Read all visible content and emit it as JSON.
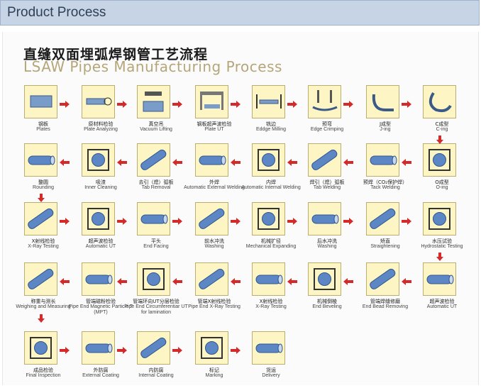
{
  "header": {
    "title": "Product Process"
  },
  "diagram": {
    "title_cn": "直缝双面埋弧焊钢管工艺流程",
    "title_en": "LSAW Pipes Manufacturing Process"
  },
  "steps": [
    {
      "cn": "钢板",
      "en": "Plates"
    },
    {
      "cn": "原材料检验",
      "en": "Plate Analyzing"
    },
    {
      "cn": "真空吊",
      "en": "Vacuum Lifting"
    },
    {
      "cn": "钢板超声波检验",
      "en": "Plate UT"
    },
    {
      "cn": "铣边",
      "en": "Eddge Milling"
    },
    {
      "cn": "预弯",
      "en": "Edge Crimping"
    },
    {
      "cn": "J成型",
      "en": "J-ing"
    },
    {
      "cn": "C成型",
      "en": "C-ing"
    },
    {
      "cn": "O成型",
      "en": "O-ing"
    },
    {
      "cn": "预焊（CO₂保护焊）",
      "en": "Tack Welding"
    },
    {
      "cn": "焊引（熄）弧板",
      "en": "Tab Welding"
    },
    {
      "cn": "内焊",
      "en": "Automatic Internal Welding"
    },
    {
      "cn": "外焊",
      "en": "Automatic External Welding"
    },
    {
      "cn": "去引（熄）弧板",
      "en": "Tab Removal"
    },
    {
      "cn": "吸渣",
      "en": "Inner Cleaning"
    },
    {
      "cn": "整圆",
      "en": "Rounding"
    },
    {
      "cn": "X射线检验",
      "en": "X-Ray Testing"
    },
    {
      "cn": "超声波检验",
      "en": "Automatic UT"
    },
    {
      "cn": "平头",
      "en": "End Facing"
    },
    {
      "cn": "前水冲洗",
      "en": "Washing"
    },
    {
      "cn": "机械扩径",
      "en": "Mechanical Expanding"
    },
    {
      "cn": "后水冲洗",
      "en": "Washing"
    },
    {
      "cn": "矫直",
      "en": "Straightening"
    },
    {
      "cn": "水压试验",
      "en": "Hydrostatic Testing"
    },
    {
      "cn": "超声波检验",
      "en": "Automatic UT"
    },
    {
      "cn": "管端焊缝修磨",
      "en": "End Bead Removing"
    },
    {
      "cn": "机械倒棱",
      "en": "End Beveling"
    },
    {
      "cn": "X射线检验",
      "en": "X-Ray Testing"
    },
    {
      "cn": "管端X射线检验",
      "en": "Pipe End X-Ray Testing"
    },
    {
      "cn": "管端环向UT分层检验",
      "en": "Pipe End Circumferentiar UT for lamination"
    },
    {
      "cn": "管端磁粉检验",
      "en": "Pipe End Magnetic Particle T (MPT)"
    },
    {
      "cn": "称重与测长",
      "en": "Weighing and Measuring"
    },
    {
      "cn": "成品检验",
      "en": "Final Inspection"
    },
    {
      "cn": "外防腐",
      "en": "External Coating"
    },
    {
      "cn": "内防腐",
      "en": "Internal Coating"
    },
    {
      "cn": "标记",
      "en": "Marking"
    },
    {
      "cn": "货运",
      "en": "Delivery"
    }
  ],
  "colors": {
    "box_fill": "#fdf6c4",
    "box_border": "#b9ae70",
    "arrow": "#d42a2a",
    "pipe": "#5d87c4"
  }
}
